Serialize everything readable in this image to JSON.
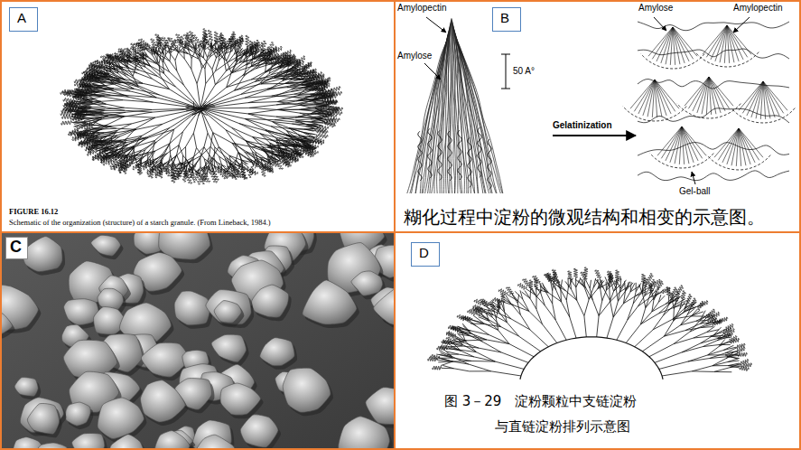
{
  "diagram": {
    "nodes": [
      {
        "text": [
          "A"
        ]
      },
      {
        "text": [
          "B"
        ]
      },
      {
        "text": [
          "C"
        ]
      },
      {
        "text": [
          "D"
        ]
      }
    ],
    "labels": [
      "FIGURE 16.12",
      "Schematic of the organization (structure) of a starch granule. (From Lineback, 1984.)",
      "Amylopectin",
      "Amylose",
      "50 A°",
      "Gelatinization",
      "Amylose",
      "Amylopectin",
      "Gel-ball",
      "糊化过程中淀粉的微观结构和相变的示意图。",
      "图 3－29　淀粉颗粒中支链淀粉",
      "与直链淀粉排列示意图"
    ]
  }
}
